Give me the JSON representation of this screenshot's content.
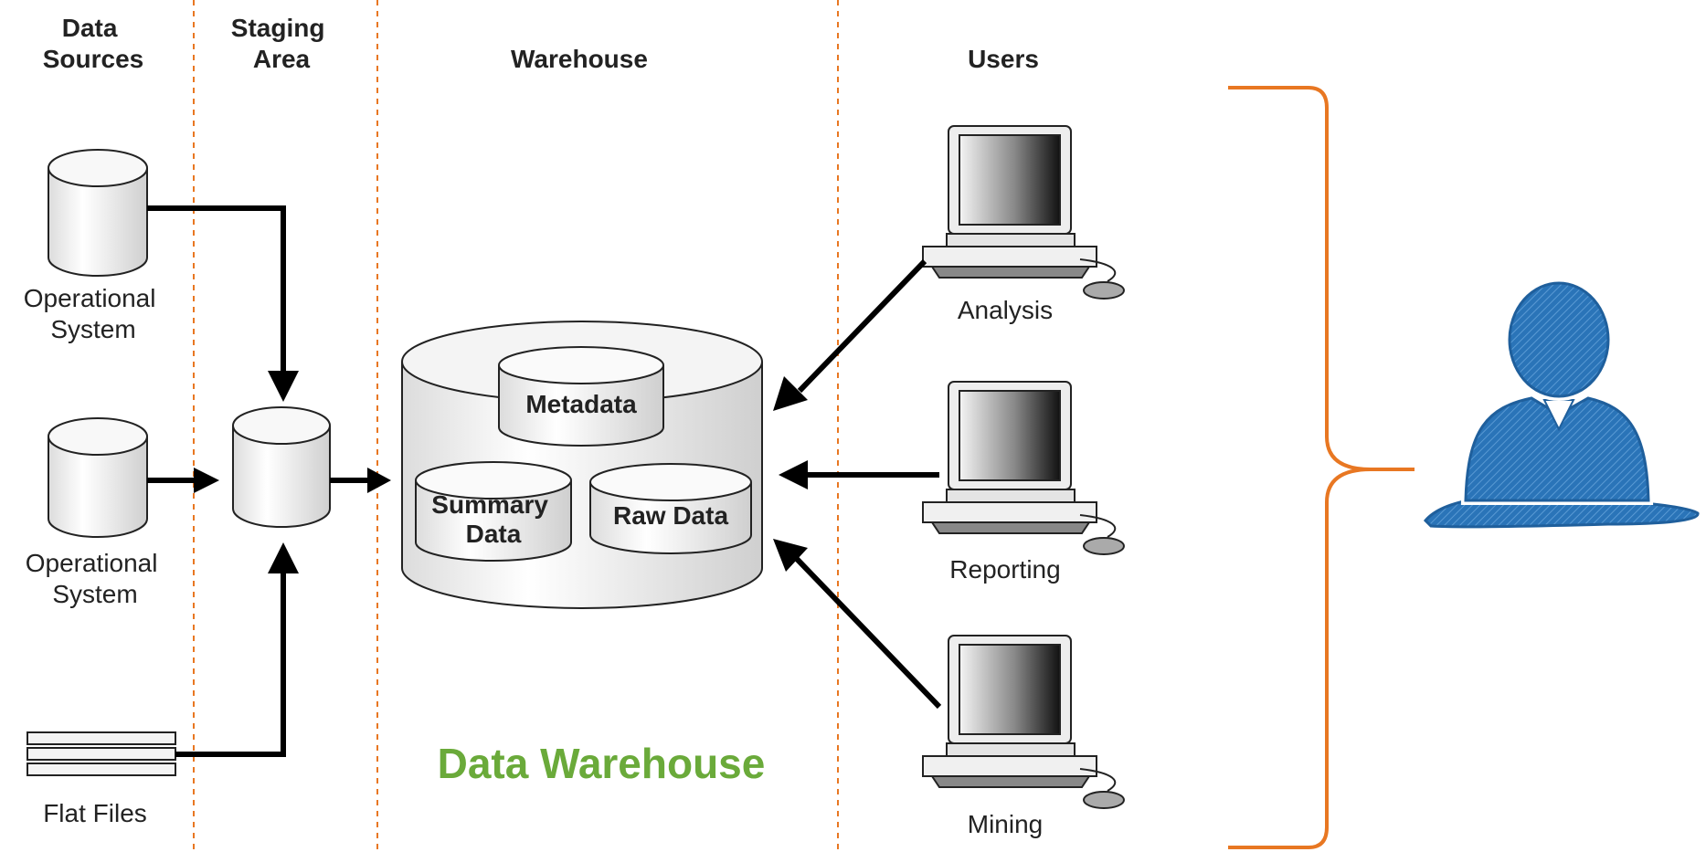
{
  "columns": {
    "data_sources": [
      "Data",
      "Sources"
    ],
    "staging_area": [
      "Staging",
      "Area"
    ],
    "warehouse": "Warehouse",
    "users": "Users"
  },
  "sources": {
    "operational_1": [
      "Operational",
      "System"
    ],
    "operational_2": [
      "Operational",
      "System"
    ],
    "flat_files": "Flat Files"
  },
  "warehouse_parts": {
    "metadata": "Metadata",
    "summary": [
      "Summary",
      "Data"
    ],
    "raw": "Raw Data"
  },
  "users": {
    "analysis": "Analysis",
    "reporting": "Reporting",
    "mining": "Mining"
  },
  "caption": "Data Warehouse",
  "colors": {
    "divider": "#e87722",
    "brace": "#e87722",
    "caption": "#6aaa3a",
    "person": "#2a74b8"
  }
}
